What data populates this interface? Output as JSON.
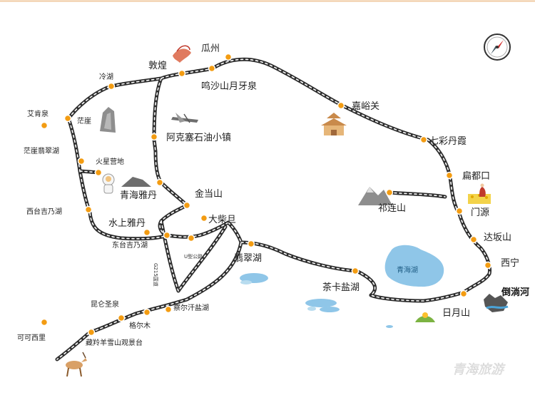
{
  "places": {
    "guazhou": "瓜州",
    "dunhuang": "敦煌",
    "mingsha": "鸣沙山月牙泉",
    "lenghu": "冷湖",
    "aiqingquan": "艾肯泉",
    "mangya": "茫崖",
    "mangya_feicui": "茫崖翡翠湖",
    "akesai": "阿克塞石油小镇",
    "jiayuguan": "嘉峪关",
    "qicai": "七彩丹霞",
    "huoxing": "火星营地",
    "qinghai_yadan": "青海雅丹",
    "biandukou": "扁都口",
    "jindangshan": "金当山",
    "qilianshan": "祁连山",
    "xitaijinai": "西台吉乃湖",
    "dachaidan": "大柴旦",
    "menyuan": "门源",
    "shuishang_yadan": "水上雅丹",
    "dongtaijinai": "东台吉乃湖",
    "dabanshan": "达坂山",
    "feicuihu": "翡翠湖",
    "xining": "西宁",
    "qinghaihu": "青海湖",
    "daotanghe": "倒淌河",
    "chaka": "茶卡盐湖",
    "riyueshan": "日月山",
    "kunlun": "昆仑圣泉",
    "chaerhan": "察尔汗盐湖",
    "geermu": "格尔木",
    "kekexili": "可可西里",
    "zangling": "藏羚羊雪山观景台"
  },
  "roads": {
    "u_road": "U型公路",
    "g215": "G215国道"
  },
  "watermark": "青海旅游",
  "colors": {
    "route": "#2d2d2d",
    "stop": "#f39c12",
    "lake": "#8fc6e8",
    "lake_text": "#1f5d85"
  }
}
